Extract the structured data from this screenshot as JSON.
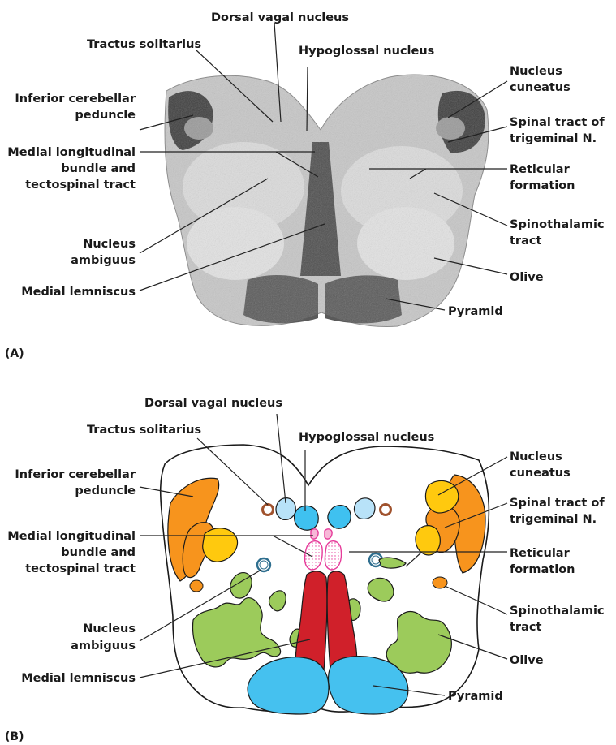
{
  "panel_a": {
    "tag": "(A)",
    "labels": {
      "dorsal_vagal": "Dorsal vagal nucleus",
      "tractus_solitarius": "Tractus solitarius",
      "hypoglossal": "Hypoglossal nucleus",
      "inferior_cerebellar_1": "Inferior cerebellar",
      "inferior_cerebellar_2": "peduncle",
      "medial_longitudinal_1": "Medial longitudinal",
      "medial_longitudinal_2": "bundle and",
      "medial_longitudinal_3": "tectospinal tract",
      "nucleus_ambiguus_1": "Nucleus",
      "nucleus_ambiguus_2": "ambiguus",
      "medial_lemniscus": "Medial lemniscus",
      "nucleus_cuneatus_1": "Nucleus",
      "nucleus_cuneatus_2": "cuneatus",
      "spinal_tract_1": "Spinal tract of",
      "spinal_tract_2": "trigeminal N.",
      "reticular_1": "Reticular",
      "reticular_2": "formation",
      "spinothalamic_1": "Spinothalamic",
      "spinothalamic_2": "tract",
      "olive": "Olive",
      "pyramid": "Pyramid"
    }
  },
  "panel_b": {
    "tag": "(B)",
    "labels": {
      "dorsal_vagal": "Dorsal vagal nucleus",
      "tractus_solitarius": "Tractus solitarius",
      "hypoglossal": "Hypoglossal nucleus",
      "inferior_cerebellar_1": "Inferior cerebellar",
      "inferior_cerebellar_2": "peduncle",
      "medial_longitudinal_1": "Medial longitudinal",
      "medial_longitudinal_2": "bundle and",
      "medial_longitudinal_3": "tectospinal tract",
      "nucleus_ambiguus_1": "Nucleus",
      "nucleus_ambiguus_2": "ambiguus",
      "medial_lemniscus": "Medial lemniscus",
      "nucleus_cuneatus_1": "Nucleus",
      "nucleus_cuneatus_2": "cuneatus",
      "spinal_tract_1": "Spinal tract of",
      "spinal_tract_2": "trigeminal N.",
      "reticular_1": "Reticular",
      "reticular_2": "formation",
      "spinothalamic_1": "Spinothalamic",
      "spinothalamic_2": "tract",
      "olive": "Olive",
      "pyramid": "Pyramid"
    }
  },
  "colors": {
    "inferior_cerebellar_peduncle": "#f7941d",
    "spinal_tract_trigeminal": "#f7941d",
    "nucleus_cuneatus": "#ffc90e",
    "hypoglossal_nucleus": "#3fc1f0",
    "dorsal_vagal_nucleus": "#b8e2f8",
    "tractus_solitarius": "#a0522d",
    "medial_longitudinal_bundle": "#e63c9a",
    "medial_lemniscus": "#d0202a",
    "pyramid": "#45c1ef",
    "olive": "#9ccb5b",
    "nucleus_ambiguus": "#2f6f8f",
    "photo_tissue": "#c4c4c4",
    "photo_dark": "#4a4a4a"
  }
}
